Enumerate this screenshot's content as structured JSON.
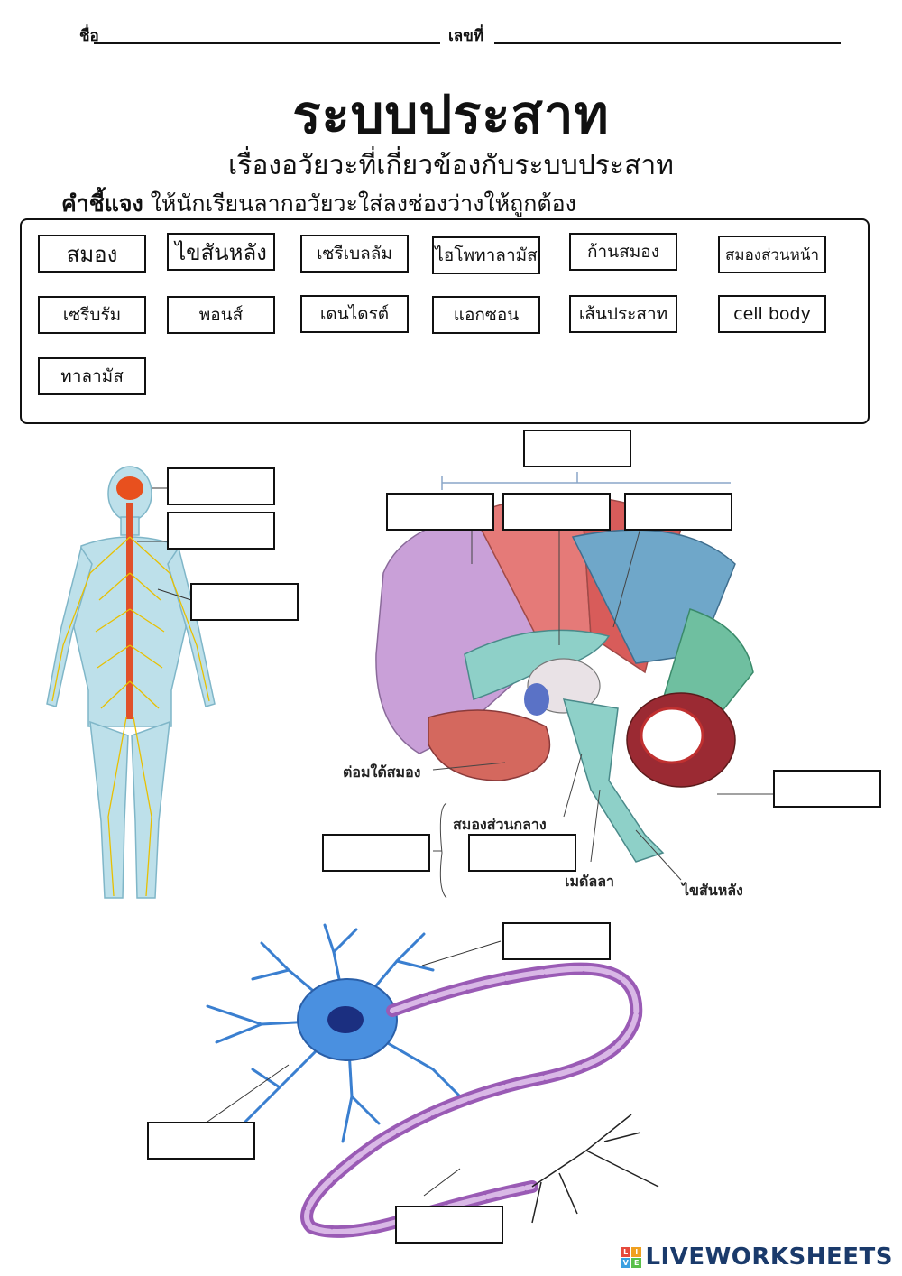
{
  "header": {
    "name_label": "ชื่อ",
    "number_label": "เลขที่"
  },
  "title": "ระบบประสาท",
  "subtitle": "เรื่องอวัยวะที่เกี่ยวข้องกับระบบประสาท",
  "instruction": {
    "prefix": "คำชี้แจง",
    "text": " ให้นักเรียนลากอวัยวะใส่ลงช่องว่างให้ถูกต้อง"
  },
  "word_bank": [
    "สมอง",
    "ไขสันหลัง",
    "เซรีเบลลัม",
    "ไฮโพทาลามัส",
    "ก้านสมอง",
    "สมองส่วนหน้า",
    "เซรีบรัม",
    "พอนส์",
    "เดนไดรต์",
    "แอกซอน",
    "เส้นประสาท",
    "cell body",
    "ทาลามัส"
  ],
  "brain_labels": {
    "pituitary": "ต่อมใต้สมอง",
    "midbrain": "สมองส่วนกลาง",
    "medulla": "เมดัลลา",
    "spinal_cord": "ไขสันหลัง"
  },
  "watermark": {
    "text": "LIVEWORKSHEETS",
    "mark": [
      "L",
      "I",
      "V",
      "E"
    ]
  },
  "colors": {
    "frontal": "#c9a0d8",
    "parietal": "#6fa7c9",
    "cerebellum": "#9b2a33",
    "nerve": "#f0c000",
    "neuron": "#3a7fd0",
    "axon": "#9a5bb5"
  }
}
